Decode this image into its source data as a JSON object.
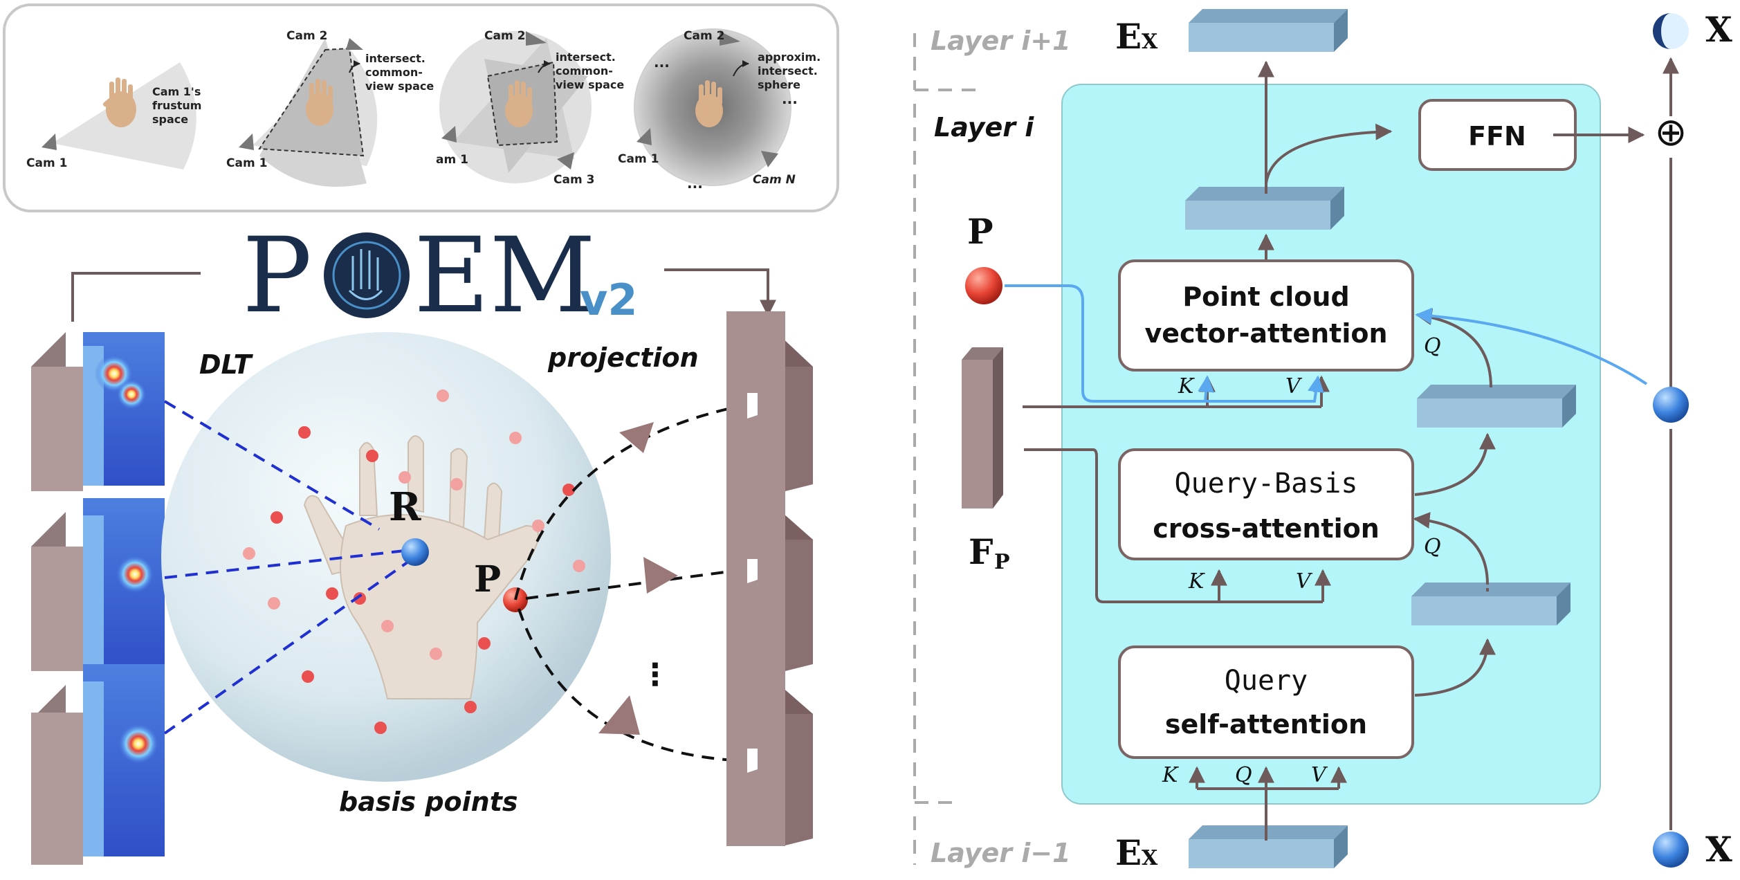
{
  "top_panel": {
    "view1": {
      "cam1": "Cam 1",
      "frustum_label": [
        "Cam 1's",
        "frustum",
        "space"
      ]
    },
    "view2": {
      "cam1": "Cam 1",
      "cam2": "Cam 2",
      "label": [
        "intersect.",
        "common-",
        "view space"
      ]
    },
    "view3": {
      "cam1": "am 1",
      "cam2": "Cam 2",
      "cam3": "Cam 3",
      "label": [
        "intersect.",
        "common-",
        "view space"
      ]
    },
    "view4": {
      "cam1": "Cam 1",
      "cam2": "Cam 2",
      "camN": "Cam N",
      "label": [
        "approxim.",
        "intersect.",
        "sphere"
      ],
      "ellipsis": "..."
    }
  },
  "logo": {
    "text_left": "P",
    "text_right": "EM",
    "version": "v2"
  },
  "left": {
    "dlt": "DLT",
    "projection": "projection",
    "basis_points": "basis points",
    "point_r": "R",
    "point_p": "P",
    "vdots": "⋮"
  },
  "right": {
    "layer_above": "Layer i+1",
    "layer_current": "Layer i",
    "layer_below": "Layer i−1",
    "ex_top": "E",
    "ex_top_sub": "X",
    "ex_bottom": "E",
    "ex_bottom_sub": "X",
    "x_top": "X",
    "x_bottom": "X",
    "p_label": "P",
    "fp_label": "F",
    "fp_sub": "P",
    "ffn": "FFN",
    "block1_line1": "Point cloud",
    "block1_line2": "vector-attention",
    "block2_line1": "Query-Basis",
    "block2_line2": "cross-attention",
    "block3_line1": "Query",
    "block3_line2": "self-attention",
    "k": "K",
    "v": "V",
    "q": "Q",
    "oplus": "⊕"
  },
  "colors": {
    "layer_bg": "#b3f5f9",
    "token_blue": "#9dc3dd",
    "feature_brown": "#a89090",
    "arrow_brown": "#6e5a5a",
    "blue_arrow": "#5aa8f0",
    "red_point": "#e85050",
    "heatmap_blue": "#3a5fd6"
  }
}
